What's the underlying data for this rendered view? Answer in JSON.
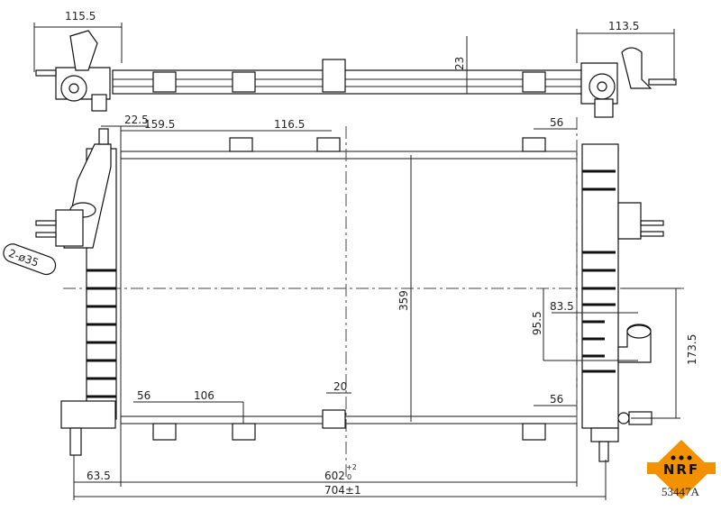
{
  "drawing": {
    "top_view": {
      "left_width": "115.5",
      "right_width": "113.5",
      "depth": "23"
    },
    "front_view": {
      "top_offset": "22.5",
      "top_bracket_1": "159.5",
      "top_bracket_2": "116.5",
      "top_right_bracket": "56",
      "pipe_diameter": "2-ø35",
      "core_height": "359",
      "outlet_horizontal": "83.5",
      "outlet_vertical": "95.5",
      "outlet_to_bottom": "173.5",
      "bottom_left_bracket": "56",
      "bottom_bracket_2": "106",
      "bottom_center_bracket": "20",
      "bottom_right_bracket": "56",
      "left_pin_offset": "63.5",
      "core_width": "602",
      "core_width_tol_upper": "+2",
      "core_width_tol_lower": "0",
      "overall_width": "704±1"
    }
  },
  "brand": {
    "logo_text": "NRF",
    "part_number": "53447A",
    "logo_color": "#f39200"
  }
}
